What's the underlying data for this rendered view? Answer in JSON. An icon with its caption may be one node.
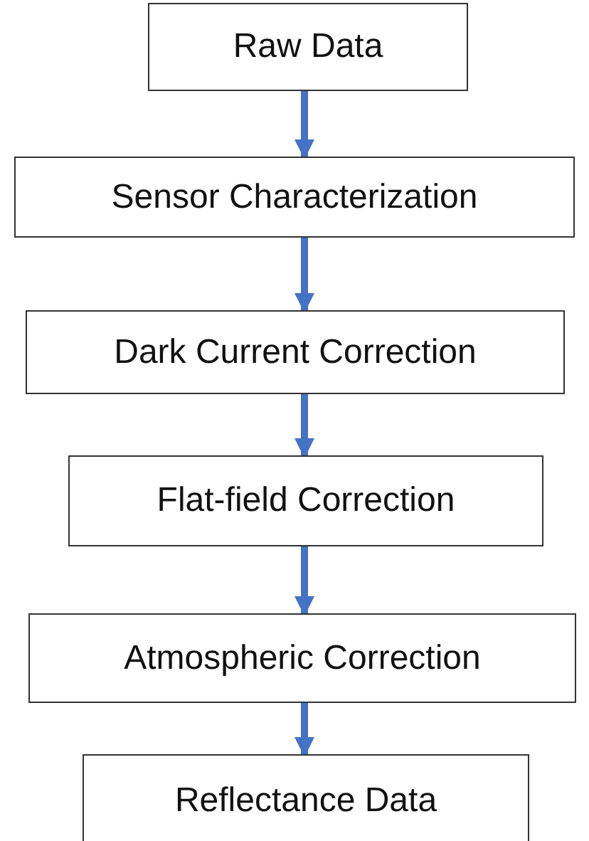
{
  "diagram": {
    "nodes": [
      {
        "text": [
          "Raw Data"
        ]
      },
      {
        "text": [
          "Sensor Characterization"
        ]
      },
      {
        "text": [
          "Dark Current Correction"
        ]
      },
      {
        "text": [
          "Flat-field Correction"
        ]
      },
      {
        "text": [
          "Atmospheric Correction"
        ]
      },
      {
        "text": [
          "Reflectance Data"
        ]
      }
    ],
    "edges": [
      {
        "from": 0,
        "to": 1,
        "arrow": "to"
      },
      {
        "from": 1,
        "to": 2,
        "arrow": "to"
      },
      {
        "from": 2,
        "to": 3,
        "arrow": "to"
      },
      {
        "from": 3,
        "to": 4,
        "arrow": "to"
      },
      {
        "from": 4,
        "to": 5,
        "arrow": "to"
      }
    ]
  }
}
